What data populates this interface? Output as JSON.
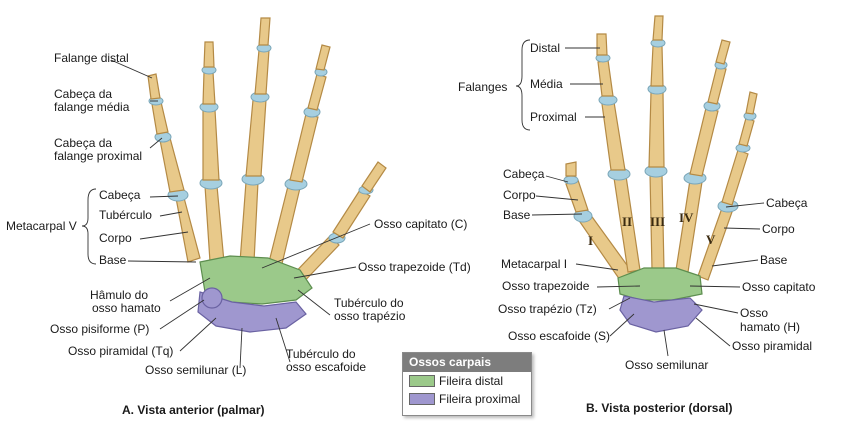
{
  "panel_a": {
    "caption": "A. Vista anterior (palmar)",
    "labels": {
      "falange_distal": "Falange distal",
      "cabeca_media_1": "Cabeça da",
      "cabeca_media_2": "falange média",
      "cabeca_prox_1": "Cabeça da",
      "cabeca_prox_2": "falange proximal",
      "metacarpal_v": "Metacarpal V",
      "cabeca": "Cabeça",
      "tuberculo": "Tubérculo",
      "corpo": "Corpo",
      "base": "Base",
      "hamulo_1": "Hâmulo do",
      "hamulo_2": "osso hamato",
      "pisiforme": "Osso pisiforme (P)",
      "piramidal": "Osso piramidal (Tq)",
      "semilunar": "Osso semilunar (L)",
      "capitato": "Osso capitato (C)",
      "trapezoide": "Osso trapezoide (Td)",
      "tub_trapezio_1": "Tubérculo do",
      "tub_trapezio_2": "osso trapézio",
      "tub_escafoide_1": "Tubérculo do",
      "tub_escafoide_2": "osso escafoide"
    }
  },
  "panel_b": {
    "caption": "B. Vista posterior (dorsal)",
    "labels": {
      "falanges": "Falanges",
      "distal": "Distal",
      "media": "Média",
      "proximal": "Proximal",
      "cabeca_l": "Cabeça",
      "corpo_l": "Corpo",
      "base_l": "Base",
      "metacarpal_i": "Metacarpal I",
      "trapezoide": "Osso trapezoide",
      "trapezio": "Osso trapézio (Tz)",
      "escafoide": "Osso escafoide (S)",
      "semilunar": "Osso semilunar",
      "cabeca_r": "Cabeça",
      "corpo_r": "Corpo",
      "base_r": "Base",
      "capitato": "Osso capitato",
      "hamato_1": "Osso",
      "hamato_2": "hamato (H)",
      "piramidal": "Osso piramidal"
    },
    "roman": {
      "i": "I",
      "ii": "II",
      "iii": "III",
      "iv": "IV",
      "v": "V"
    }
  },
  "legend": {
    "title": "Ossos carpais",
    "distal": "Fileira distal",
    "proximal": "Fileira proximal"
  },
  "colors": {
    "bone": "#e8c98a",
    "cartilage": "#a6cfe0",
    "distal_row": "#9bc98a",
    "proximal_row": "#9f97cf"
  }
}
